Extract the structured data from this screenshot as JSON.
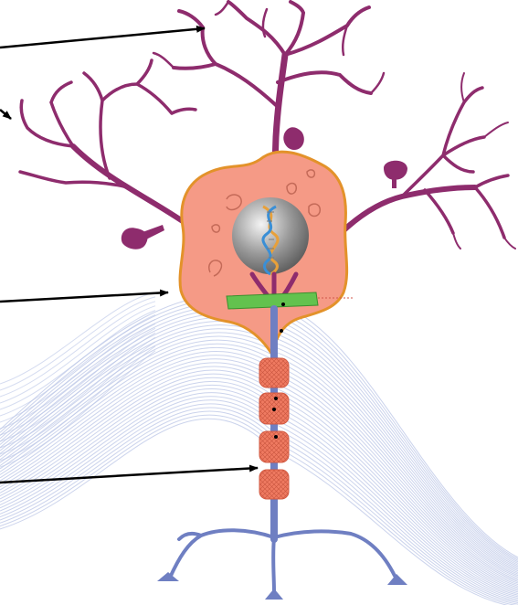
{
  "diagram": {
    "subject": "neuron",
    "colors": {
      "background": "#ffffff",
      "wave_lines": "#b9c4e6",
      "dendrite": "#8e2c6d",
      "soma_fill": "#f59a86",
      "soma_border": "#e3922a",
      "axon": "#6f7fc2",
      "myelin": "#ef7a61",
      "axon_hillock_band": "#63c24e",
      "nucleus": "#8c8c8c",
      "dna_strand_a": "#e8a03a",
      "dna_strand_b": "#3a8fd6",
      "pointer_arrow": "#000000"
    },
    "pointer_arrows": [
      {
        "target": "dendrite-tip"
      },
      {
        "target": "dendrite-branch"
      },
      {
        "target": "cell-body"
      },
      {
        "target": "myelin-sheath"
      }
    ]
  }
}
